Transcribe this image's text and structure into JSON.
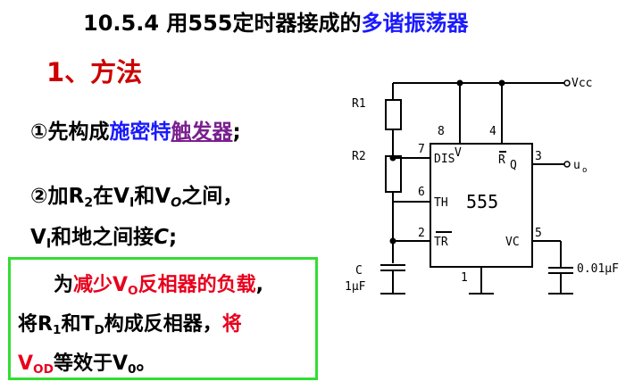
{
  "title": {
    "number": "10.5.4",
    "prefix": "用555定时器接成的",
    "highlight": "多谐振荡器"
  },
  "method": "1、方法",
  "step1": {
    "circle": "①",
    "text": "先构成",
    "blue": "施密特",
    "purple": "触发器",
    "end": ";"
  },
  "step2": {
    "circle": "②",
    "text1": "加",
    "r": "R",
    "r_sub": "2",
    "text2": "在",
    "v1": "V",
    "v1_sub": "I",
    "text3": "和",
    "vo": "V",
    "vo_sub": "O",
    "text4": "之间，",
    "line2_v": "V",
    "line2_sub": "I",
    "line2_text": "和地之间接",
    "line2_c": "C",
    "line2_end": ";"
  },
  "box": {
    "line1_a": "为",
    "line1_red": "减少V",
    "line1_red_sub": "O",
    "line1_red2": "反相器的负载",
    "line1_end": ",",
    "line2_a": "将R",
    "line2_sub1": "1",
    "line2_b": "和T",
    "line2_sub2": "D",
    "line2_c": "构成反相器，",
    "line2_red": "将",
    "line3_red": "V",
    "line3_red_sub": "OD",
    "line3_a": "等效于V",
    "line3_sub": "0",
    "line3_end": "。"
  },
  "circuit": {
    "r1": "R1",
    "r2": "R2",
    "c": "C",
    "c_val": "1μF",
    "vcc": "Vcc",
    "chip": "555",
    "pins": {
      "p8": "8",
      "p4": "4",
      "p7": "7",
      "p6": "6",
      "p2": "2",
      "p5": "5",
      "p3": "3",
      "p1": "1"
    },
    "labels": {
      "v": "V",
      "r": "R",
      "q": "Q",
      "dis": "DIS",
      "th": "TH",
      "tr": "TR",
      "vc": "VC"
    },
    "out": "u",
    "out_sub": "o",
    "c2": "0.01μF"
  }
}
